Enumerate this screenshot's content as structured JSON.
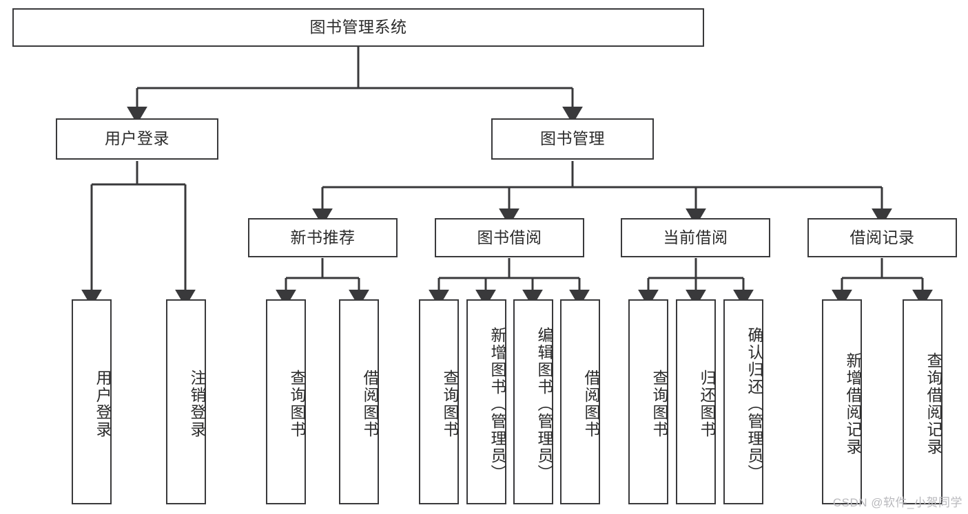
{
  "diagram": {
    "type": "tree-hierarchy",
    "title": "图书管理系统",
    "stroke_color": "#39393b",
    "text_color": "#2b2b2b",
    "background_color": "#ffffff",
    "levels": {
      "root": {
        "label": "图书管理系统"
      },
      "level2": [
        {
          "label": "用户登录"
        },
        {
          "label": "图书管理"
        }
      ],
      "level3": [
        {
          "label": "新书推荐"
        },
        {
          "label": "图书借阅"
        },
        {
          "label": "当前借阅"
        },
        {
          "label": "借阅记录"
        }
      ],
      "leaves": {
        "user_login": [
          {
            "label": "用户登录"
          },
          {
            "label": "注销登录"
          }
        ],
        "new_book_recommend": [
          {
            "label": "查询图书"
          },
          {
            "label": "借阅图书"
          }
        ],
        "book_borrow": [
          {
            "label": "查询图书"
          },
          {
            "label": "新增图书（管理员）"
          },
          {
            "label": "编辑图书（管理员）"
          },
          {
            "label": "借阅图书"
          }
        ],
        "current_borrow": [
          {
            "label": "查询图书"
          },
          {
            "label": "归还图书"
          },
          {
            "label": "确认归还（管理员）"
          }
        ],
        "borrow_record": [
          {
            "label": "新增借阅记录"
          },
          {
            "label": "查询借阅记录"
          }
        ]
      }
    }
  },
  "watermark": {
    "text": "CSDN @软件_小贺同学",
    "color": "#b9b9bd"
  }
}
